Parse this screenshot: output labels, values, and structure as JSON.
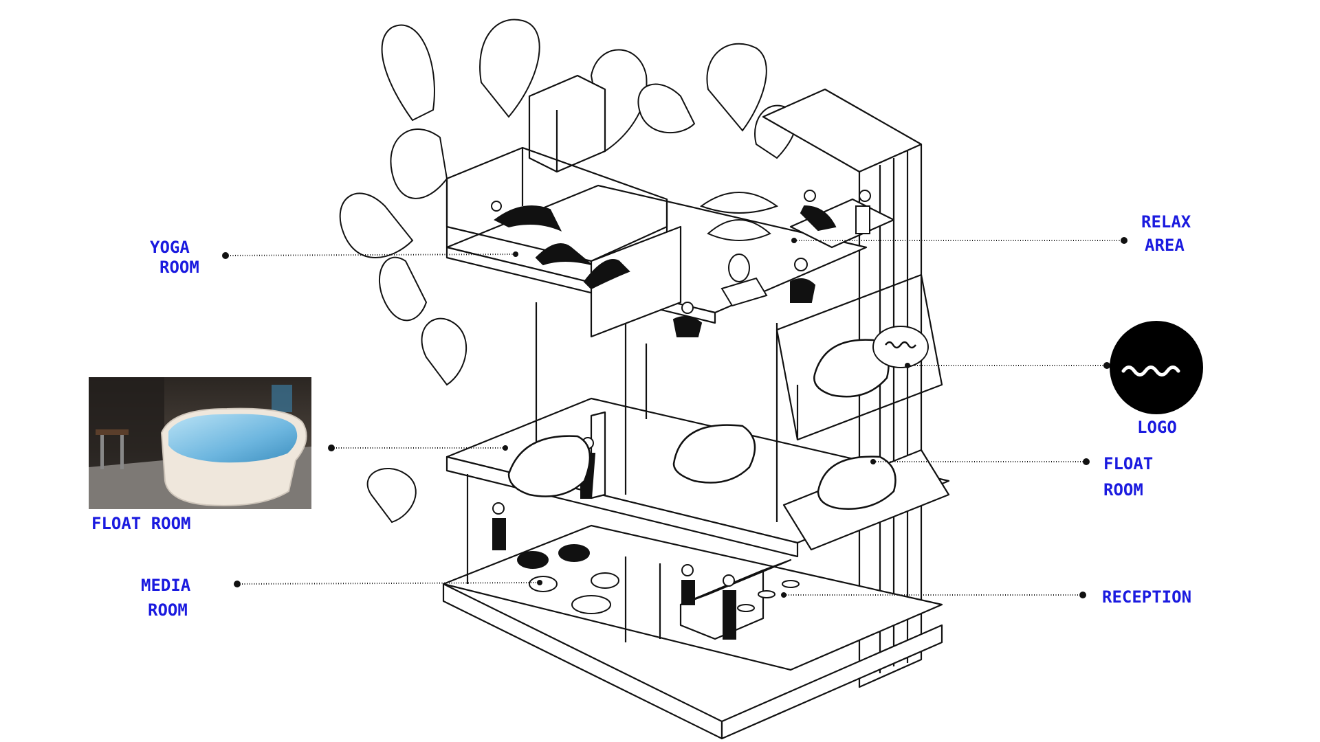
{
  "labels": {
    "yoga": [
      "YOGA",
      "ROOM"
    ],
    "relax": [
      "RELAX",
      "AREA"
    ],
    "logo": "LOGO",
    "float_room_right": [
      "FLOAT",
      "ROOM"
    ],
    "float_room_photo": "FLOAT ROOM",
    "media": [
      "MEDIA",
      "ROOM"
    ],
    "reception": "RECEPTION"
  },
  "colors": {
    "label": "#1a1adf",
    "ink": "#111111",
    "pool_water": "#7ec3e6",
    "logo_bg": "#000000",
    "logo_wave": "#ffffff"
  },
  "icons": {
    "logo": "wave-icon"
  }
}
